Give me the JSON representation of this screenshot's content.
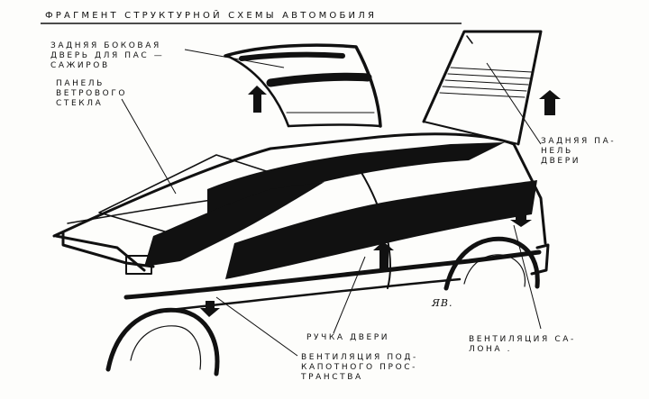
{
  "title": "ФРАГМЕНТ СТРУКТУРНОЙ СХЕМЫ АВТОМОБИЛЯ",
  "signature": "ЯВ.",
  "labels": {
    "side_door": [
      "ЗАДНЯЯ БОКОВАЯ",
      "ДВЕРЬ ДЛЯ ПАС —",
      "САЖИРОВ"
    ],
    "windshield": [
      "ПАНЕЛЬ",
      "ВЕТРОВОГО",
      "СТЕКЛА"
    ],
    "rear_panel": [
      "ЗАДНЯЯ ПА-",
      "НЕЛЬ",
      "ДВЕРИ"
    ],
    "door_handle": [
      "РУЧКА ДВЕРИ"
    ],
    "underhood_vent": [
      "ВЕНТИЛЯЦИЯ ПОД-",
      "КАПОТНОГО ПРОС-",
      "ТРАНСТВА"
    ],
    "cabin_vent": [
      "ВЕНТИЛЯЦИЯ СА-",
      "ЛОНА ."
    ]
  },
  "colors": {
    "ink": "#111111",
    "paper": "#fdfdfb"
  }
}
